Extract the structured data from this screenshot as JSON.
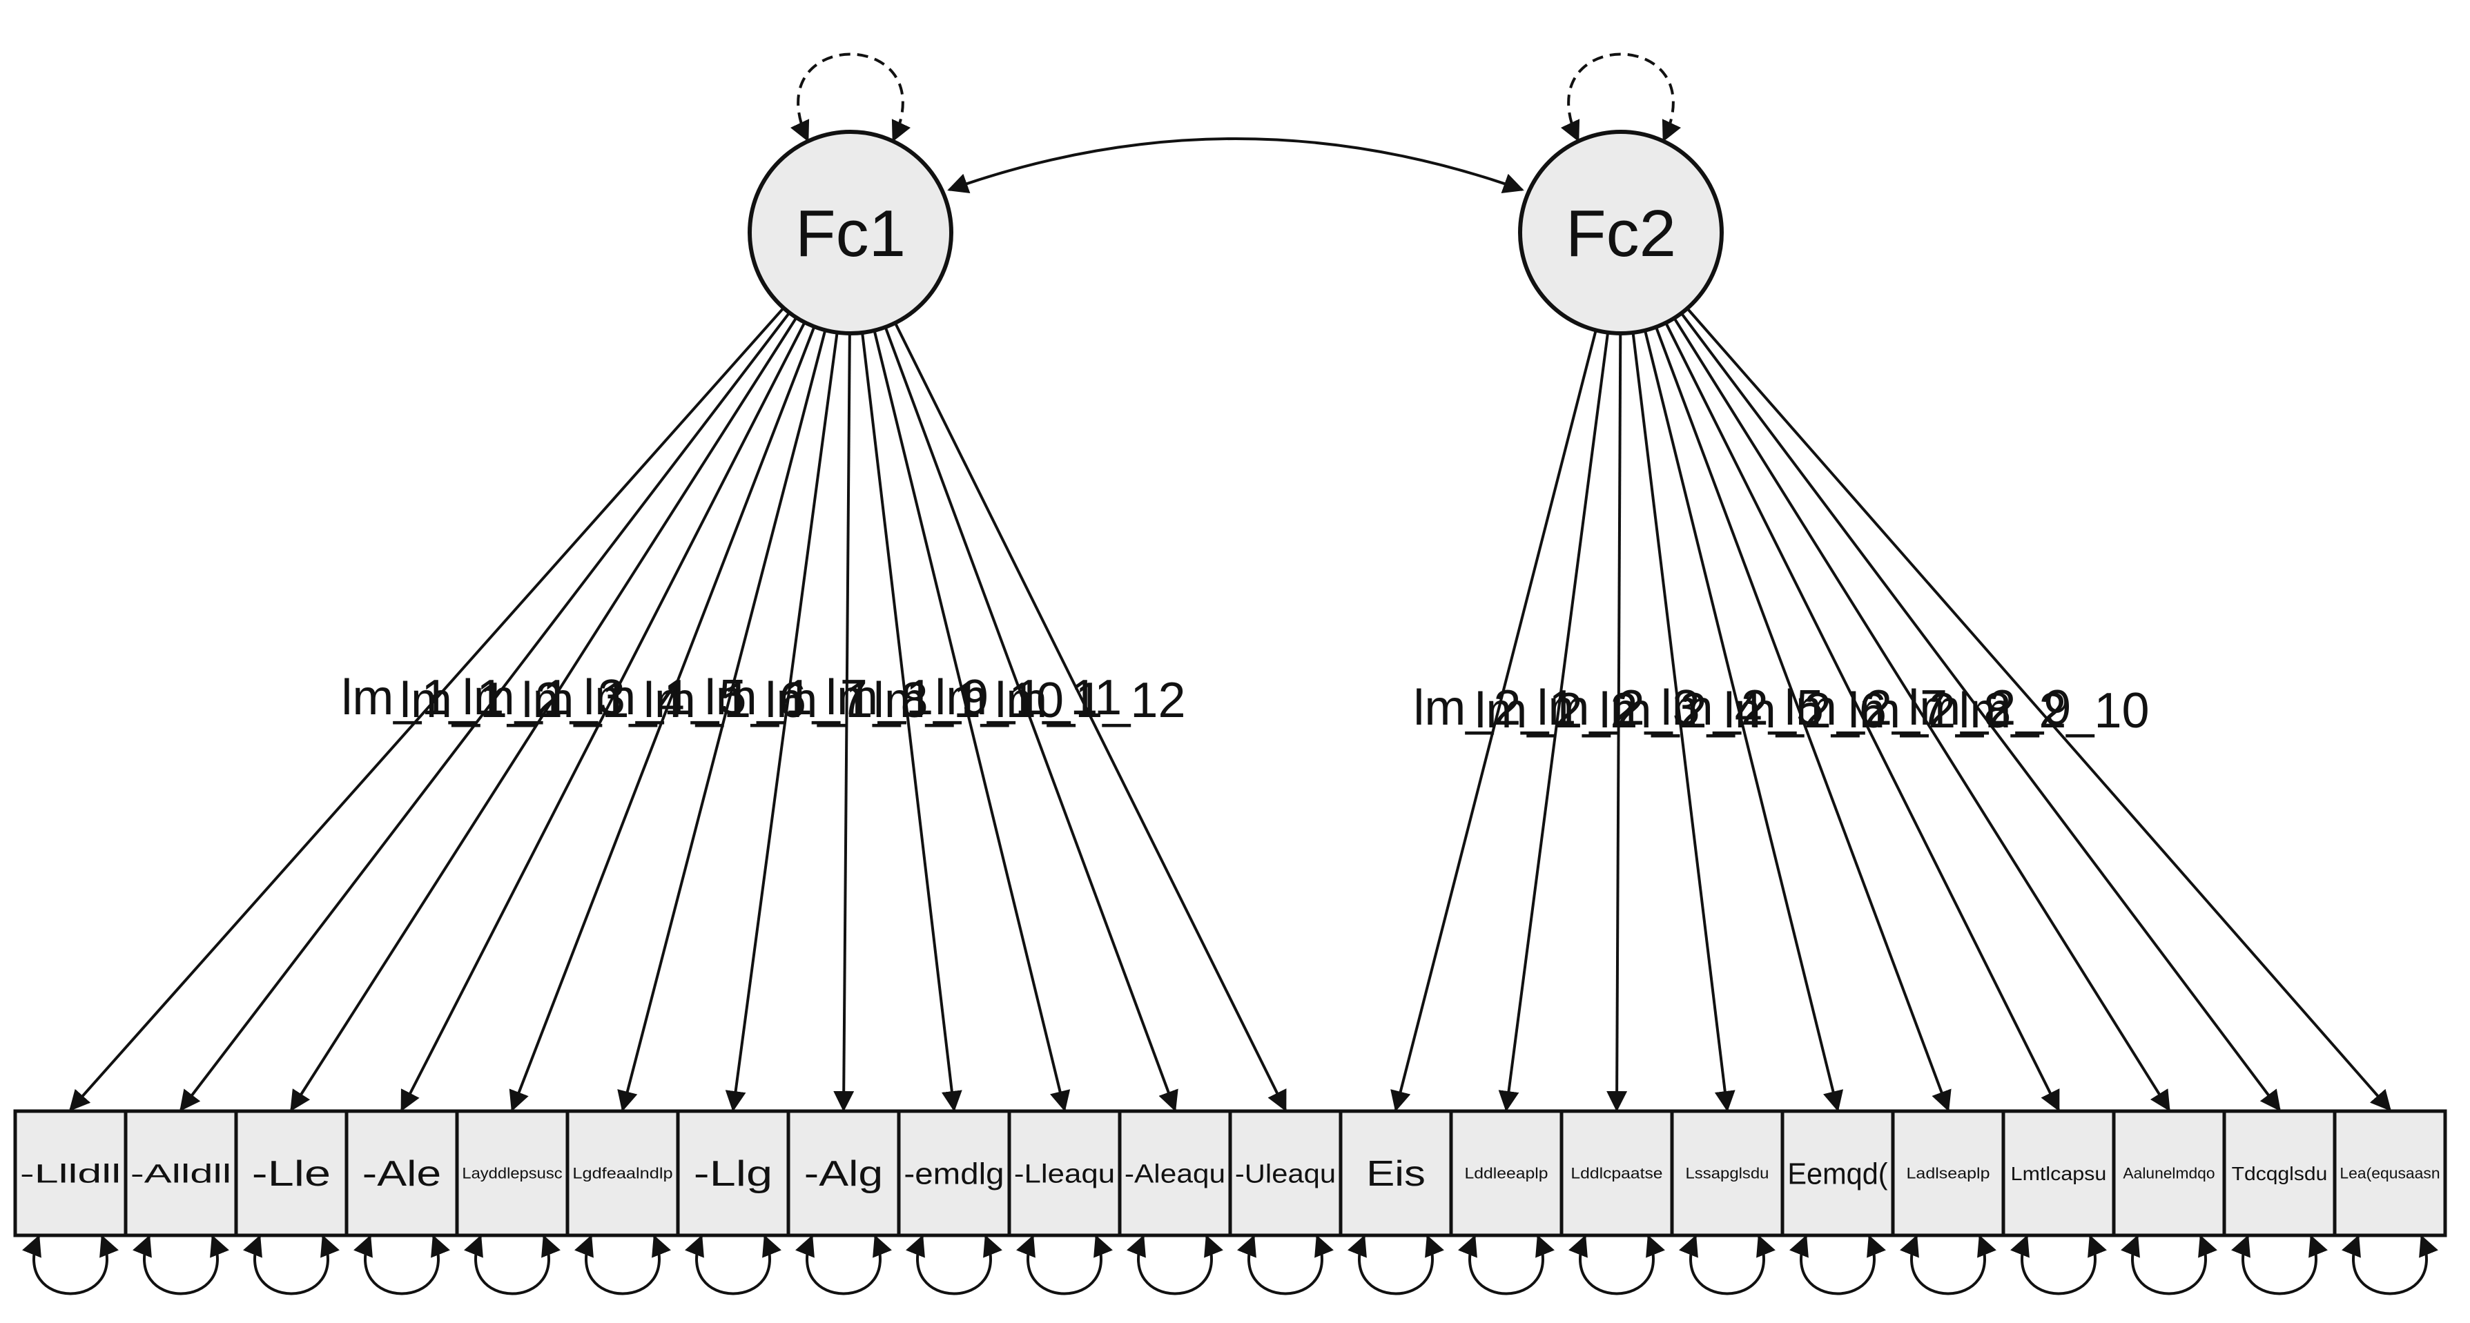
{
  "latents": [
    {
      "id": "Fc1",
      "label": "Fc1"
    },
    {
      "id": "Fc2",
      "label": "Fc2"
    }
  ],
  "indicators": [
    {
      "label": "-Llldll",
      "factor": 0
    },
    {
      "label": "-Alldll",
      "factor": 0
    },
    {
      "label": "-Lle",
      "factor": 0
    },
    {
      "label": "-Ale",
      "factor": 0
    },
    {
      "label": "Layddlepsusc",
      "factor": 0
    },
    {
      "label": "Lgdfeaalndlp",
      "factor": 0
    },
    {
      "label": "-Llg",
      "factor": 0
    },
    {
      "label": "-Alg",
      "factor": 0
    },
    {
      "label": "-emdlg",
      "factor": 0
    },
    {
      "label": "-Lleaqu",
      "factor": 0
    },
    {
      "label": "-Aleaqu",
      "factor": 0
    },
    {
      "label": "-Uleaqu",
      "factor": 0
    },
    {
      "label": "Eis",
      "factor": 1
    },
    {
      "label": "Lddleeaplp",
      "factor": 1
    },
    {
      "label": "Lddlcpaatse",
      "factor": 1
    },
    {
      "label": "Lssapglsdu",
      "factor": 1
    },
    {
      "label": "Eemqd(",
      "factor": 1
    },
    {
      "label": "Ladlseaplp",
      "factor": 1
    },
    {
      "label": "Lmtlcapsu",
      "factor": 1
    },
    {
      "label": "Aalunelmdqo",
      "factor": 1
    },
    {
      "label": "Tdcqglsdu",
      "factor": 1
    },
    {
      "label": "Lea(equsaasn",
      "factor": 1
    }
  ],
  "path_labels": [
    "lm_1_1",
    "lm_1_2",
    "lm_1_3",
    "lm_1_4",
    "lm_1_5",
    "lm_1_6",
    "lm_1_7",
    "lm_1_8",
    "lm_1_9",
    "lm_1_10",
    "lm_1_11",
    "lm_1_12",
    "lm_2_1",
    "lm_2_2",
    "lm_2_3",
    "lm_2_4",
    "lm_2_5",
    "lm_2_6",
    "lm_2_7",
    "lm_2_8",
    "lm_2_9",
    "lm_2_10"
  ]
}
